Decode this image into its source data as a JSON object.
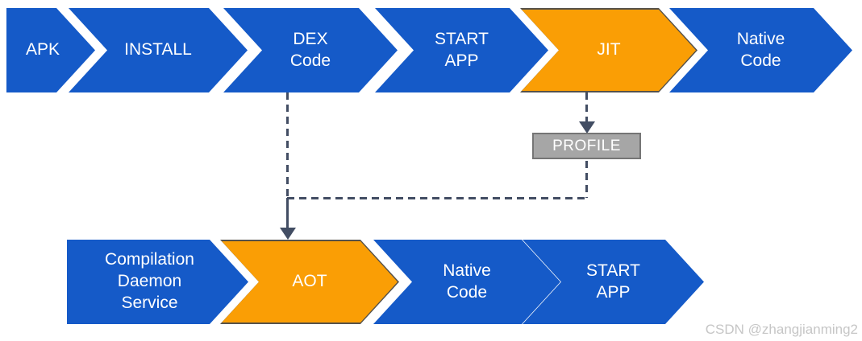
{
  "diagram": {
    "top_row": {
      "steps": [
        {
          "label": "APK",
          "color": "blue"
        },
        {
          "label": "INSTALL",
          "color": "blue"
        },
        {
          "label": "DEX\nCode",
          "color": "blue"
        },
        {
          "label": "START\nAPP",
          "color": "blue"
        },
        {
          "label": "JIT",
          "color": "orange"
        },
        {
          "label": "Native\nCode",
          "color": "blue"
        }
      ]
    },
    "bottom_row": {
      "steps": [
        {
          "label": "Compilation\nDaemon\nService",
          "color": "blue"
        },
        {
          "label": "AOT",
          "color": "orange"
        },
        {
          "label": "Native\nCode",
          "color": "blue"
        },
        {
          "label": "START\nAPP",
          "color": "blue"
        }
      ]
    },
    "profile_box": {
      "label": "PROFILE"
    },
    "connectors": [
      {
        "from": "JIT",
        "to": "PROFILE",
        "style": "dashed-arrow"
      },
      {
        "from": "DEX Code",
        "to": "junction",
        "style": "dashed"
      },
      {
        "from": "PROFILE",
        "to": "junction",
        "style": "dashed"
      },
      {
        "from": "junction",
        "to": "AOT",
        "style": "solid-arrow"
      }
    ],
    "watermark": "CSDN @zhangjianming2"
  },
  "colors": {
    "step_blue": "#155AC8",
    "step_orange": "#FA9E05",
    "orange_outline": "#55514A",
    "connector": "#424D63",
    "profile_fill": "#A6A6A6",
    "profile_border": "#757575",
    "label_text": "#FFFFFF",
    "watermark_text": "#C6C6C6"
  }
}
